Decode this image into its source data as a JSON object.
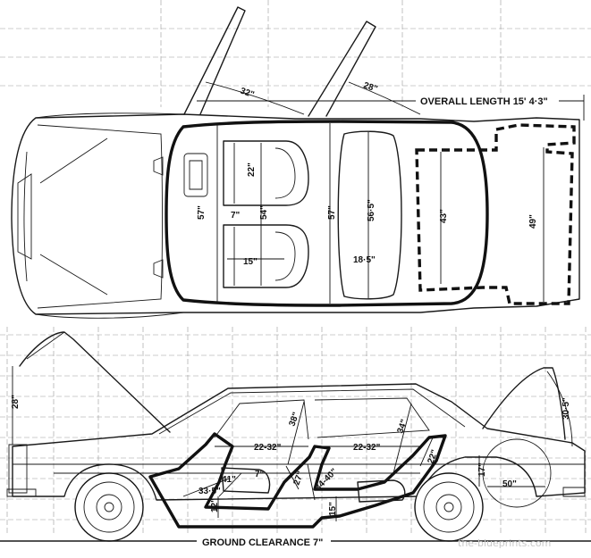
{
  "plan_view": {
    "overall_length_label": "OVERALL LENGTH 15' 4·3\"",
    "dims": {
      "hood_angle": "32\"",
      "trunk_angle": "28\"",
      "front_width": "57\"",
      "front_seat_span": "22\"",
      "aisle": "7\"",
      "front_seat_width": "54\"",
      "rear_front_gap": "15\"",
      "mid_width": "57\"",
      "rear_seat_width": "56·5\"",
      "rear_seat_depth": "18·5\"",
      "trunk_depth": "43\"",
      "trunk_width": "49\""
    }
  },
  "side_view": {
    "ground_clearance_label": "GROUND CLEARANCE 7\"",
    "dims": {
      "hood_open": "28\"",
      "front_headroom": "38\"",
      "front_legroom": "22-32\"",
      "rear_legroom": "22-32\"",
      "rear_headroom": "34\"",
      "rear_seat_height": "22\"",
      "front_seat_back": "33·5\"",
      "front_seat_cushion": "41\"",
      "front_cushion_depth": "7\"",
      "front_knee": "27\"",
      "rear_cushion": "34-40\"",
      "front_floor": "12\"",
      "rear_floor": "15\"",
      "trunk_height": "17\"",
      "trunk_length": "50\"",
      "trunk_lid": "30·5\""
    }
  },
  "watermark": "the-blueprints.com"
}
